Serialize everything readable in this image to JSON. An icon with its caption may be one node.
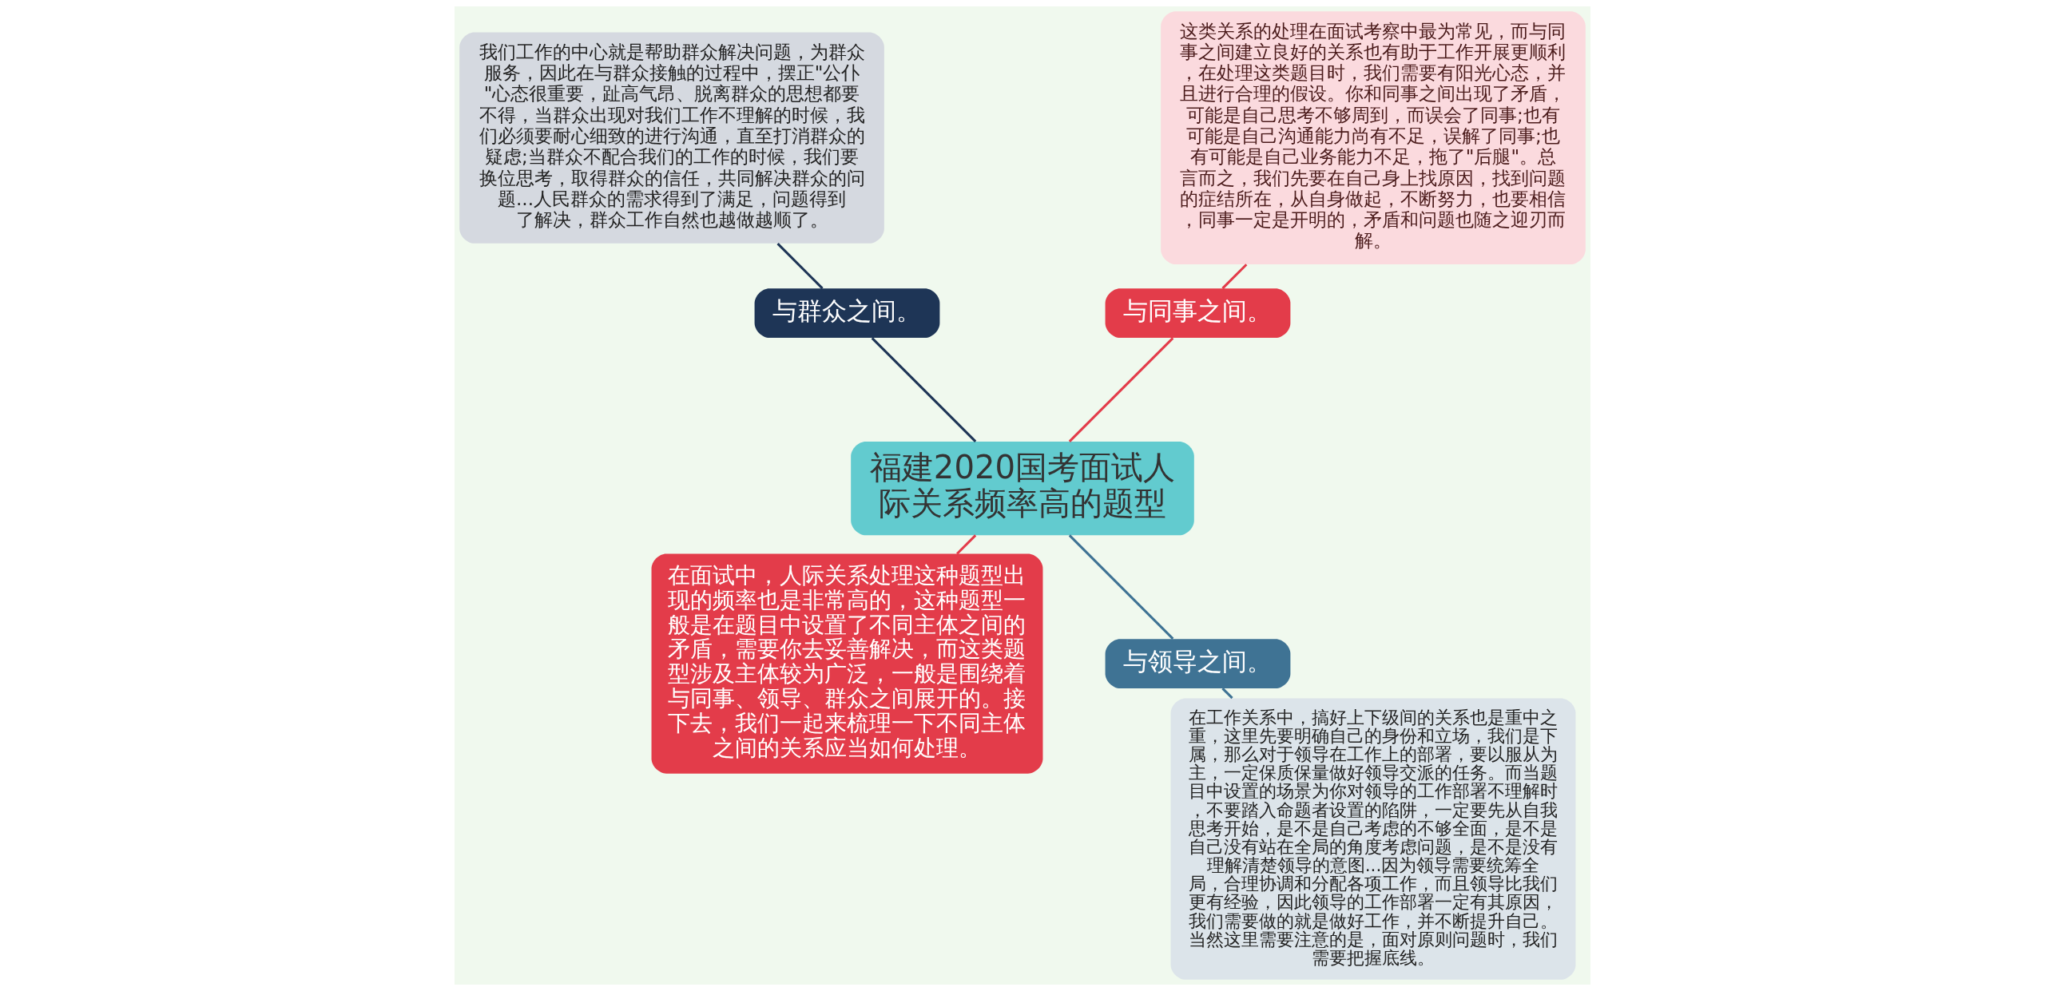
{
  "diagram": {
    "nodes": [
      {
        "text": [
          "福建2020国考面试人际关系频率高的题型"
        ]
      },
      {
        "text": [
          "与同事之间。"
        ]
      },
      {
        "text": [
          "这类关系的处理在面试考察中最为常见，而与同事之间建立良好的关系也有助于工作开展更顺利，在处理这类题目时，我们需要有阳光心态，并且进行合理的假设。你和同事之间出现了矛盾，可能是自己思考不够周到，而误会了同事;也有可能是自己沟通能力尚有不足，误解了同事;也有可能是自己业务能力不足，拖了\"后腿\"。总言而之，我们先要在自己身上找原因，找到问题的症结所在，从自身做起，不断努力，也要相信，同事一定是开明的，矛盾和问题也随之迎刃而解。"
        ]
      },
      {
        "text": [
          "与群众之间。"
        ]
      },
      {
        "text": [
          "我们工作的中心就是帮助群众解决问题，为群众服务，因此在与群众接触的过程中，摆正\"公仆\"心态很重要，趾高气昂、脱离群众的思想都要不得，当群众出现对我们工作不理解的时候，我们必须要耐心细致的进行沟通，直至打消群众的疑虑;当群众不配合我们的工作的时候，我们要换位思考，取得群众的信任，共同解决群众的问题...人民群众的需求得到了满足，问题得到了解决，群众工作自然也越做越顺了。"
        ]
      },
      {
        "text": [
          "在面试中，人际关系处理这种题型出现的频率也是非常高的，这种题型一般是在题目中设置了不同主体之间的矛盾，需要你去妥善解决，而这类题型涉及主体较为广泛，一般是围绕着与同事、领导、群众之间展开的。接下去，我们一起来梳理一下不同主体之间的关系应当如何处理。"
        ]
      },
      {
        "text": [
          "与领导之间。"
        ]
      },
      {
        "text": [
          "在工作关系中，搞好上下级间的关系也是重中之重，这里先要明确自己的身份和立场，我们是下属，那么对于领导在工作上的部署，要以服从为主，一定保质保量做好领导交派的任务。而当题目中设置的场景为你对领导的工作部署不理解时，不要踏入命题者设置的陷阱，一定要先从自我思考开始，是不是自己考虑的不够全面，是不是自己没有站在全局的角度考虑问题，是不是没有理解清楚领导的意图...因为领导需要统筹全局，合理协调和分配各项工作，而且领导比我们更有经验，因此领导的工作部署一定有其原因，我们需要做的就是做好工作，并不断提升自己。当然这里需要注意的是，面对原则问题时，我们需要把握底线。"
        ]
      }
    ],
    "edges": [
      {
        "from": 0,
        "to": 1,
        "arrow": "none",
        "color": "#e33c4a"
      },
      {
        "from": 1,
        "to": 2,
        "arrow": "none",
        "color": "#e33c4a"
      },
      {
        "from": 0,
        "to": 3,
        "arrow": "none",
        "color": "#1e3556"
      },
      {
        "from": 3,
        "to": 4,
        "arrow": "none",
        "color": "#1e3556"
      },
      {
        "from": 0,
        "to": 5,
        "arrow": "none",
        "color": "#e33c4a"
      },
      {
        "from": 0,
        "to": 6,
        "arrow": "none",
        "color": "#3f7394"
      },
      {
        "from": 6,
        "to": 7,
        "arrow": "none",
        "color": "#3f7394"
      }
    ]
  }
}
